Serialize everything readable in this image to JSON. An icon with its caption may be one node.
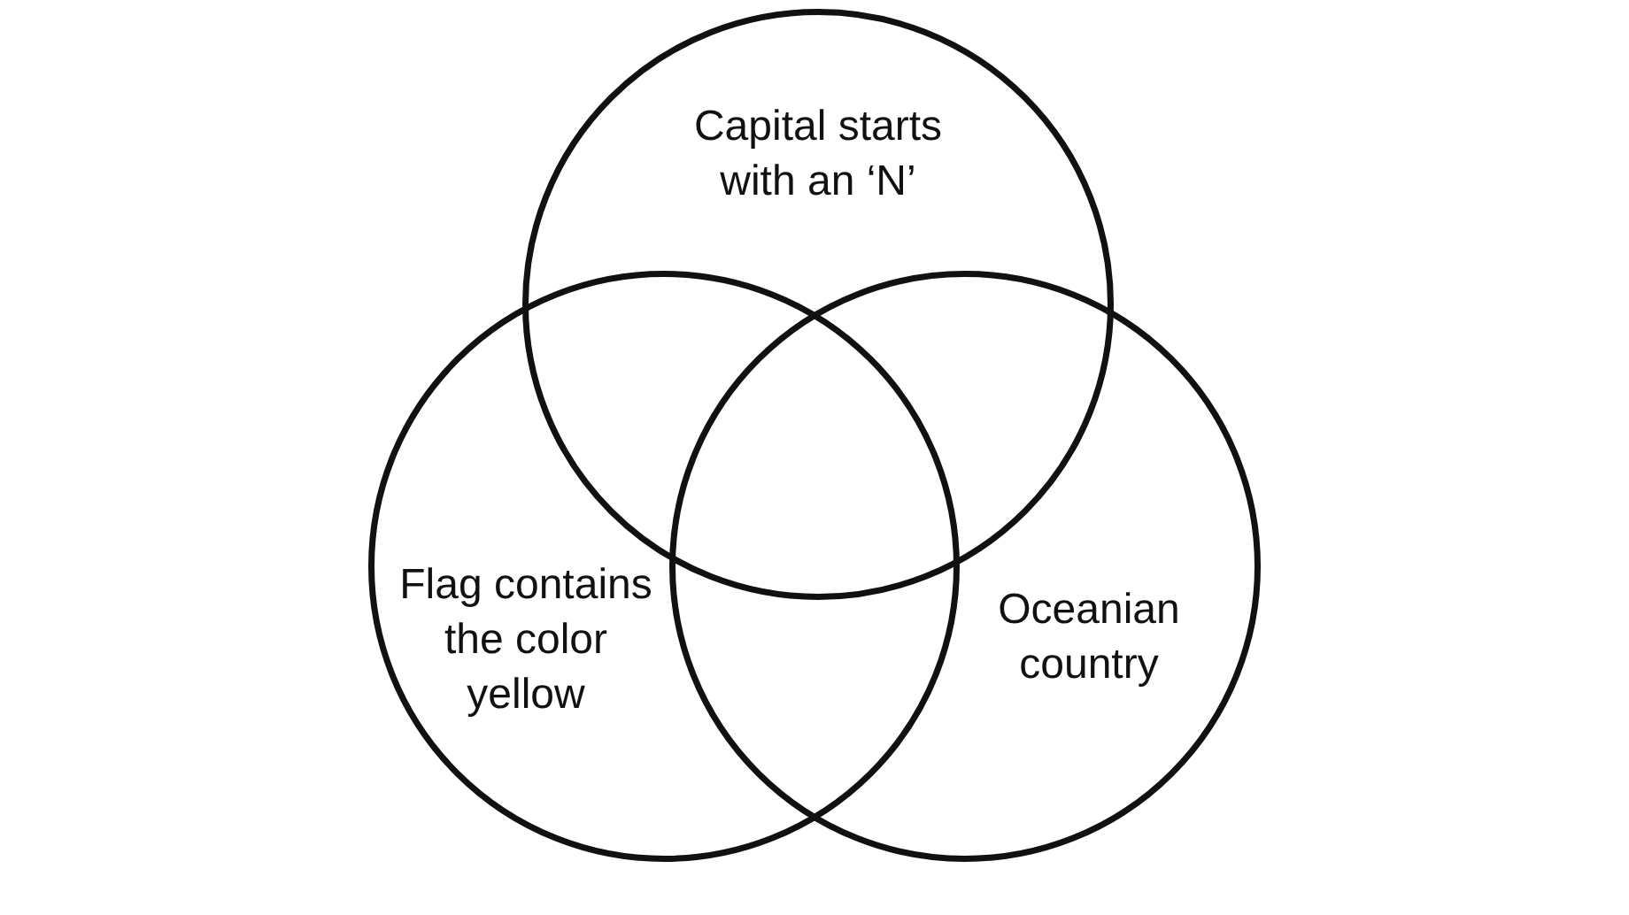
{
  "diagram": {
    "nodes": [
      {
        "text": [
          "Capital starts with an ‘N’"
        ]
      },
      {
        "text": [
          "Flag contains the color yellow"
        ]
      },
      {
        "text": [
          "Oceanian country"
        ]
      }
    ],
    "edges": []
  }
}
